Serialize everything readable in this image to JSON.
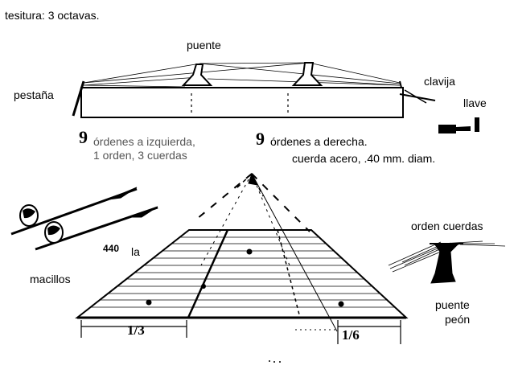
{
  "header": {
    "tesitura": "tesitura: 3 octavas."
  },
  "top_diagram": {
    "puente": "puente",
    "pestana": "pestaña",
    "clavija": "clavija",
    "llave": "llave"
  },
  "specs": {
    "left_number": "9",
    "left_line1": "órdenes a izquierda,",
    "left_line2": "1 orden, 3 cuerdas",
    "right_number": "9",
    "right_line1": "órdenes a derecha.",
    "right_line2": "cuerda acero, .40 mm. diam."
  },
  "bottom_diagram": {
    "macillos": "macillos",
    "freq": "440",
    "la": "la",
    "third": "1/3",
    "sixth": "1/6"
  },
  "detail": {
    "orden_cuerdas": "orden cuerdas",
    "puente_peon_1": "puente",
    "puente_peon_2": "peón"
  },
  "colors": {
    "ink": "#000000",
    "muted": "#555555",
    "paper": "#ffffff"
  }
}
